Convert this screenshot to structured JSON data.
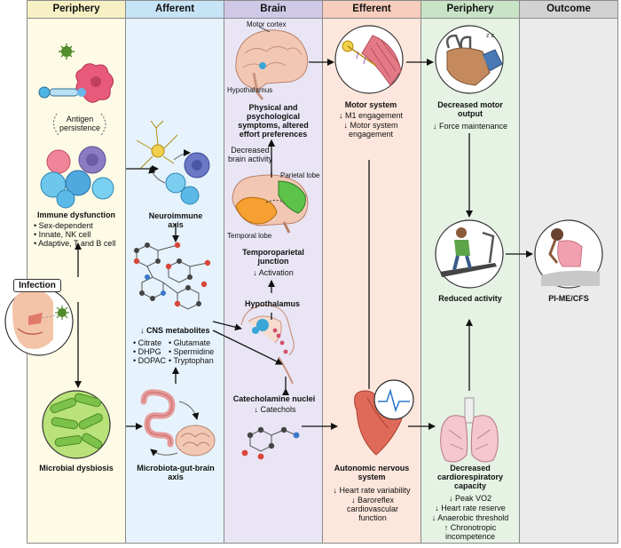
{
  "columns": [
    {
      "label": "Periphery",
      "color": "#fdfae6",
      "hdr": "#f6f0c4"
    },
    {
      "label": "Afferent",
      "color": "#e6f3fc",
      "hdr": "#c7e3f6"
    },
    {
      "label": "Brain",
      "color": "#e9e5f4",
      "hdr": "#cfc8e6"
    },
    {
      "label": "Efferent",
      "color": "#fde6dc",
      "hdr": "#f7cdbd"
    },
    {
      "label": "Periphery",
      "color": "#e5f2e4",
      "hdr": "#c9e3c6"
    },
    {
      "label": "Outcome",
      "color": "#ebebeb",
      "hdr": "#d2d2d2"
    }
  ],
  "periphery": {
    "antigen": "Antigen persistence",
    "immune_title": "Immune dysfunction",
    "immune_items": [
      "Sex-dependent",
      "Innate, NK cell",
      "Adaptive, T and B cell"
    ],
    "infection": "Infection",
    "microbial_title": "Microbial dysbiosis"
  },
  "afferent": {
    "neuroimmune": "Neuroimmune axis",
    "cns_title": "↓ CNS metabolites",
    "cns_left": [
      "Citrate",
      "DHPG",
      "DOPAC"
    ],
    "cns_right": [
      "Glutamate",
      "Spermidine",
      "Tryptophan"
    ],
    "mgb": "Microbiota-gut-brain axis"
  },
  "brain": {
    "motor_cortex": "Motor cortex",
    "hypothalamus_label": "Hypothalamus",
    "symptoms": "Physical and psychological symptoms, altered effort preferences",
    "decreased_activity": "Decreased brain activity",
    "parietal": "Parietal lobe",
    "temporal": "Temporal lobe",
    "tpj_title": "Temporoparietal junction",
    "tpj_item": "↓ Activation",
    "hypothalamus_title": "Hypothalamus",
    "catechol_title": "Catecholamine nuclei",
    "catechol_item": "↓ Catechols"
  },
  "efferent": {
    "motor_title": "Motor system",
    "motor_items": [
      "↓ M1 engagement",
      "↓ Motor system engagement"
    ],
    "ans_title": "Autonomic nervous system",
    "ans_items": [
      "↓ Heart rate variability",
      "↓ Baroreflex cardiovascular function"
    ]
  },
  "periphery2": {
    "motor_title": "Decreased motor output",
    "motor_item": "↓ Force maintenance",
    "activity": "Reduced activity",
    "cardio_title": "Decreased cardiorespiratory capacity",
    "cardio_items": [
      "↓ Peak VO2",
      "↓ Heart rate reserve",
      "↓ Anaerobic threshold",
      "↑ Chronotropic incompetence"
    ]
  },
  "outcome": {
    "label": "PI-ME/CFS"
  },
  "colors": {
    "arrow": "#111111",
    "border": "#8a8a8a",
    "green_lobe": "#5cc24a",
    "orange_lobe": "#f5a030",
    "brain_pink": "#f2c8b4"
  }
}
